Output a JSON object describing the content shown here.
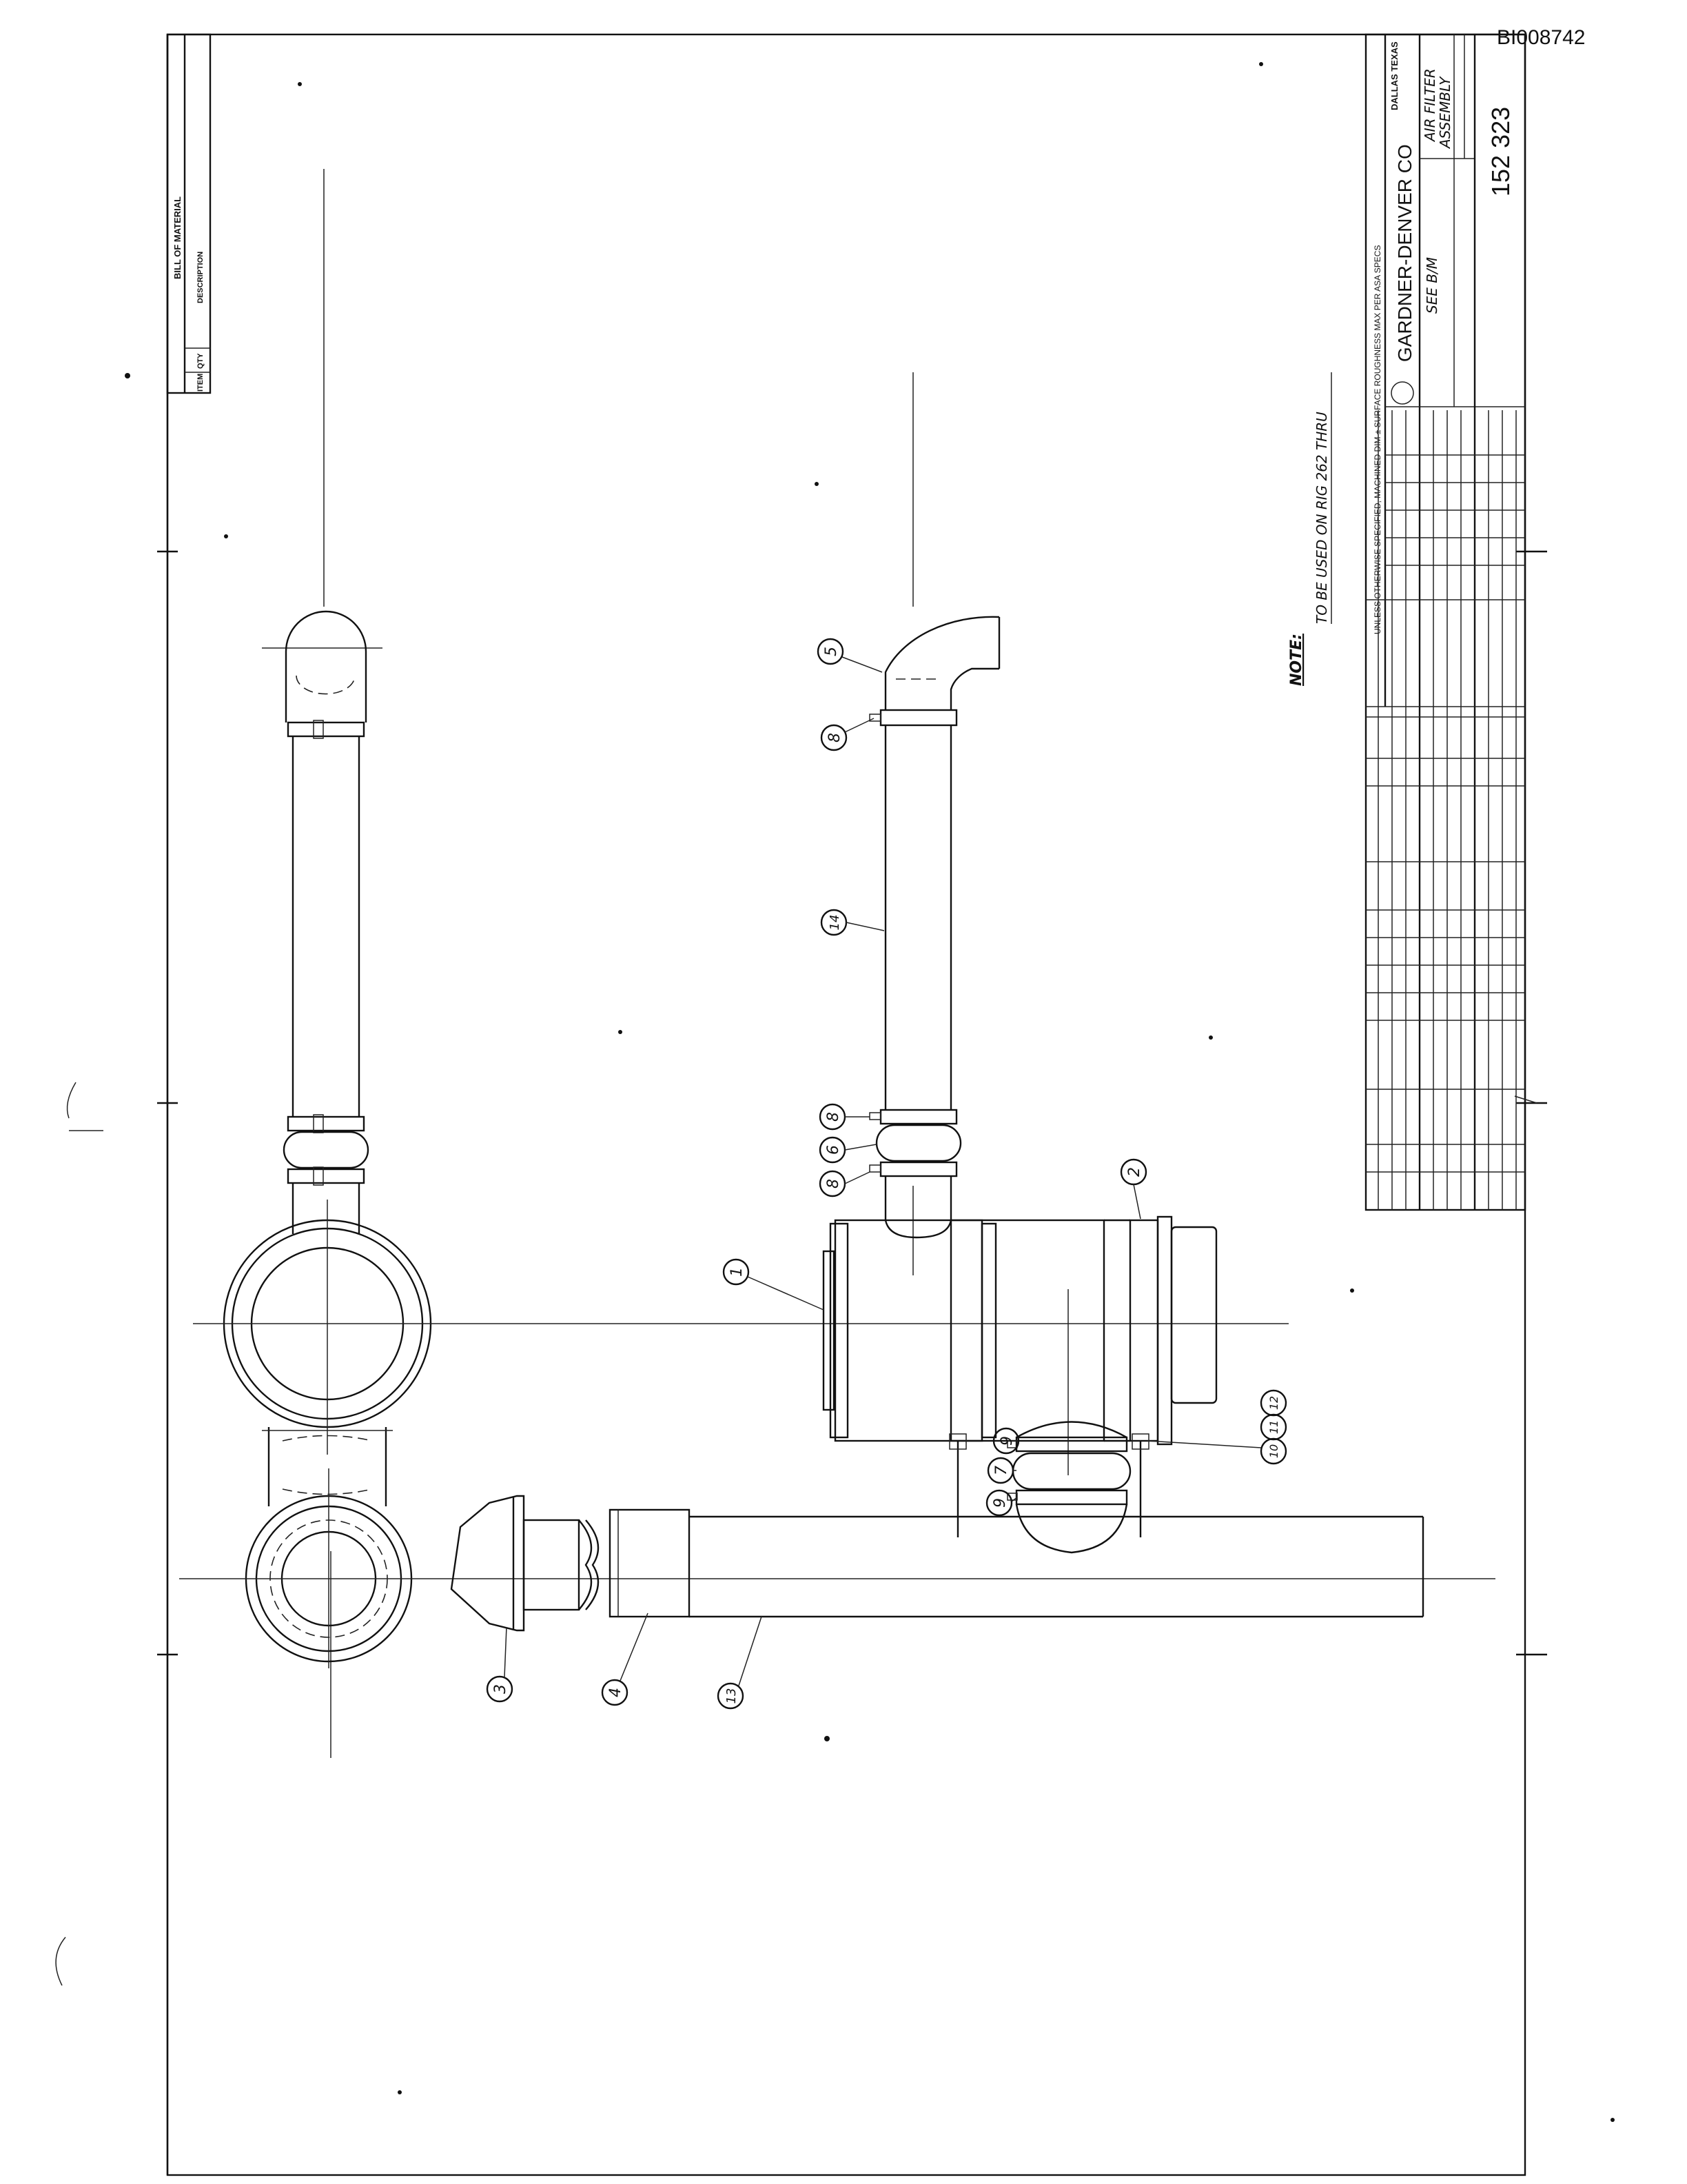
{
  "document_id": "BI008742",
  "bill_of_material": {
    "title": "BILL OF MATERIAL",
    "columns": [
      "ITEM",
      "QTY",
      "DESCRIPTION"
    ]
  },
  "note": {
    "label": "NOTE:",
    "text": "TO BE USED ON RIG 262 THRU"
  },
  "title_block": {
    "spec_line": "UNLESS OTHERWISE SPECIFIED, MACHINED DIM ±   SURFACE ROUGHNESS MAX PER ASA SPECS",
    "company": "GARDNER-DENVER CO",
    "location": "DALLAS TEXAS",
    "see_note": "SEE B/M",
    "drawing_title_1": "AIR FILTER",
    "drawing_title_2": "ASSEMBLY",
    "drawing_number": "152 323"
  },
  "callouts": [
    "1",
    "2",
    "3",
    "4",
    "5",
    "6",
    "7",
    "8",
    "9",
    "10",
    "11",
    "12",
    "13",
    "14"
  ]
}
